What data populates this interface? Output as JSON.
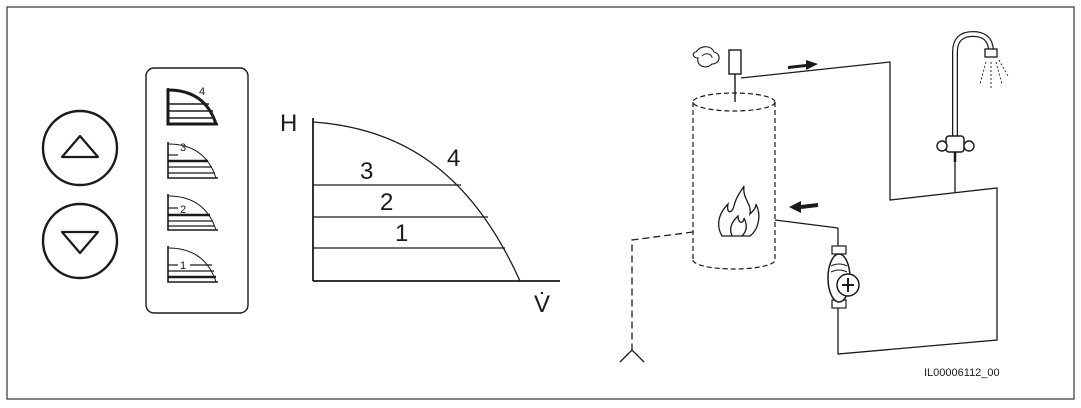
{
  "controls": {
    "up_button": "up",
    "down_button": "down"
  },
  "selector_icons": [
    "4",
    "3",
    "2",
    "1"
  ],
  "graph": {
    "y_axis_label": "H",
    "x_axis_label": "V̇",
    "curve_labels": [
      "4",
      "3",
      "2",
      "1"
    ]
  },
  "drawing_id": "IL00006112_00"
}
